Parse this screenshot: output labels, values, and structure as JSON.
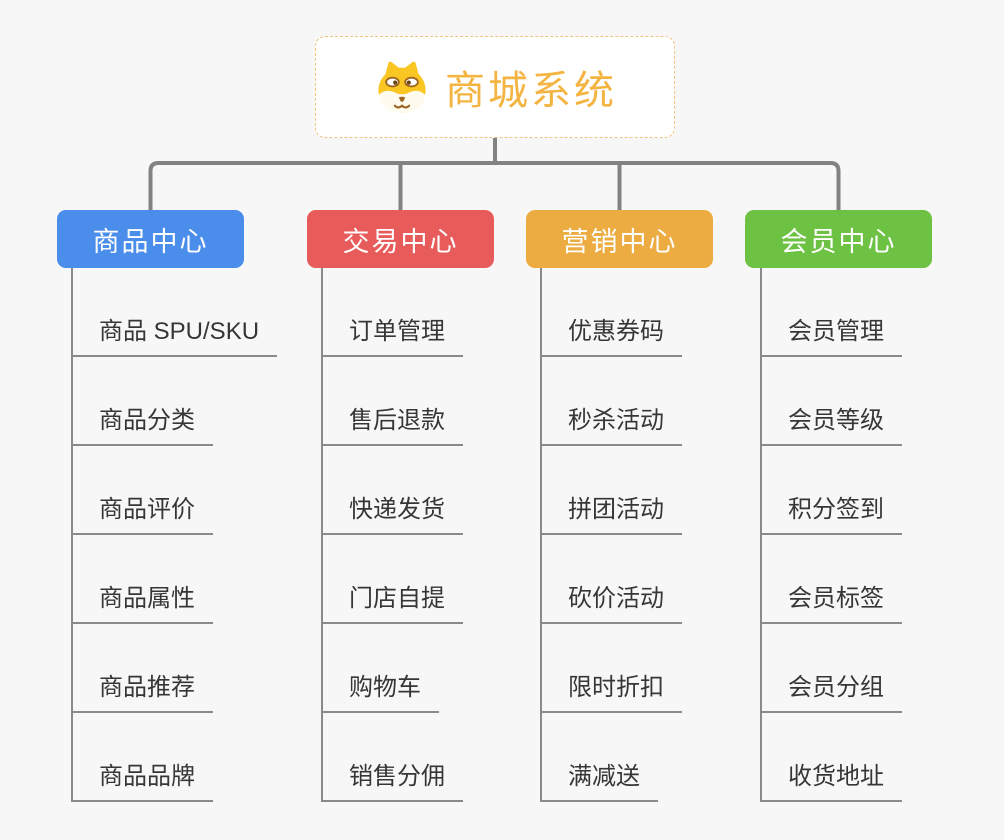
{
  "root": {
    "title": "商城系统",
    "icon": "shiba-dog-icon"
  },
  "colors": {
    "background": "#F7F7F7",
    "root_text": "#F4B442",
    "root_border": "#F2C281",
    "connector": "#828282",
    "child_underline": "#8A8A8A",
    "child_text": "#363636",
    "branch_blue": "#4A8DEA",
    "branch_red": "#E75B5B",
    "branch_orange": "#ECAC41",
    "branch_green": "#6DC143"
  },
  "branches": [
    {
      "label": "商品中心",
      "color": "#4A8DEA",
      "children": [
        "商品 SPU/SKU",
        "商品分类",
        "商品评价",
        "商品属性",
        "商品推荐",
        "商品品牌"
      ]
    },
    {
      "label": "交易中心",
      "color": "#E75B5B",
      "children": [
        "订单管理",
        "售后退款",
        "快递发货",
        "门店自提",
        "购物车",
        "销售分佣"
      ]
    },
    {
      "label": "营销中心",
      "color": "#ECAC41",
      "children": [
        "优惠券码",
        "秒杀活动",
        "拼团活动",
        "砍价活动",
        "限时折扣",
        "满减送"
      ]
    },
    {
      "label": "会员中心",
      "color": "#6DC143",
      "children": [
        "会员管理",
        "会员等级",
        "积分签到",
        "会员标签",
        "会员分组",
        "收货地址"
      ]
    }
  ]
}
